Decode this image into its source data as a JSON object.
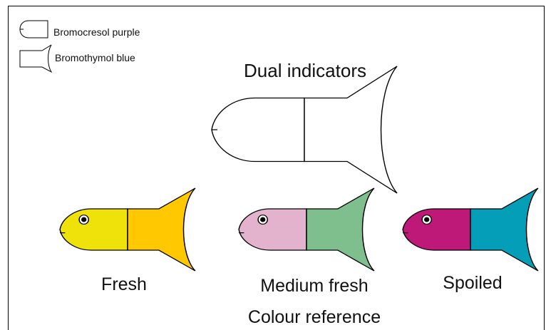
{
  "legend": {
    "items": [
      {
        "label": "Bromocresol purple",
        "shape": "head-segment-outline"
      },
      {
        "label": "Bromothymol blue",
        "shape": "tail-segment-outline"
      }
    ]
  },
  "diagram": {
    "title": "Dual indicators",
    "reference_title": "Colour reference",
    "fish": [
      {
        "label": "Fresh",
        "head_color": "#EFE20B",
        "tail_color": "#FFC800"
      },
      {
        "label": "Medium fresh",
        "head_color": "#E3B3CD",
        "tail_color": "#7FBF8E"
      },
      {
        "label": "Spoiled",
        "head_color": "#BE1879",
        "tail_color": "#049EB8"
      }
    ]
  }
}
